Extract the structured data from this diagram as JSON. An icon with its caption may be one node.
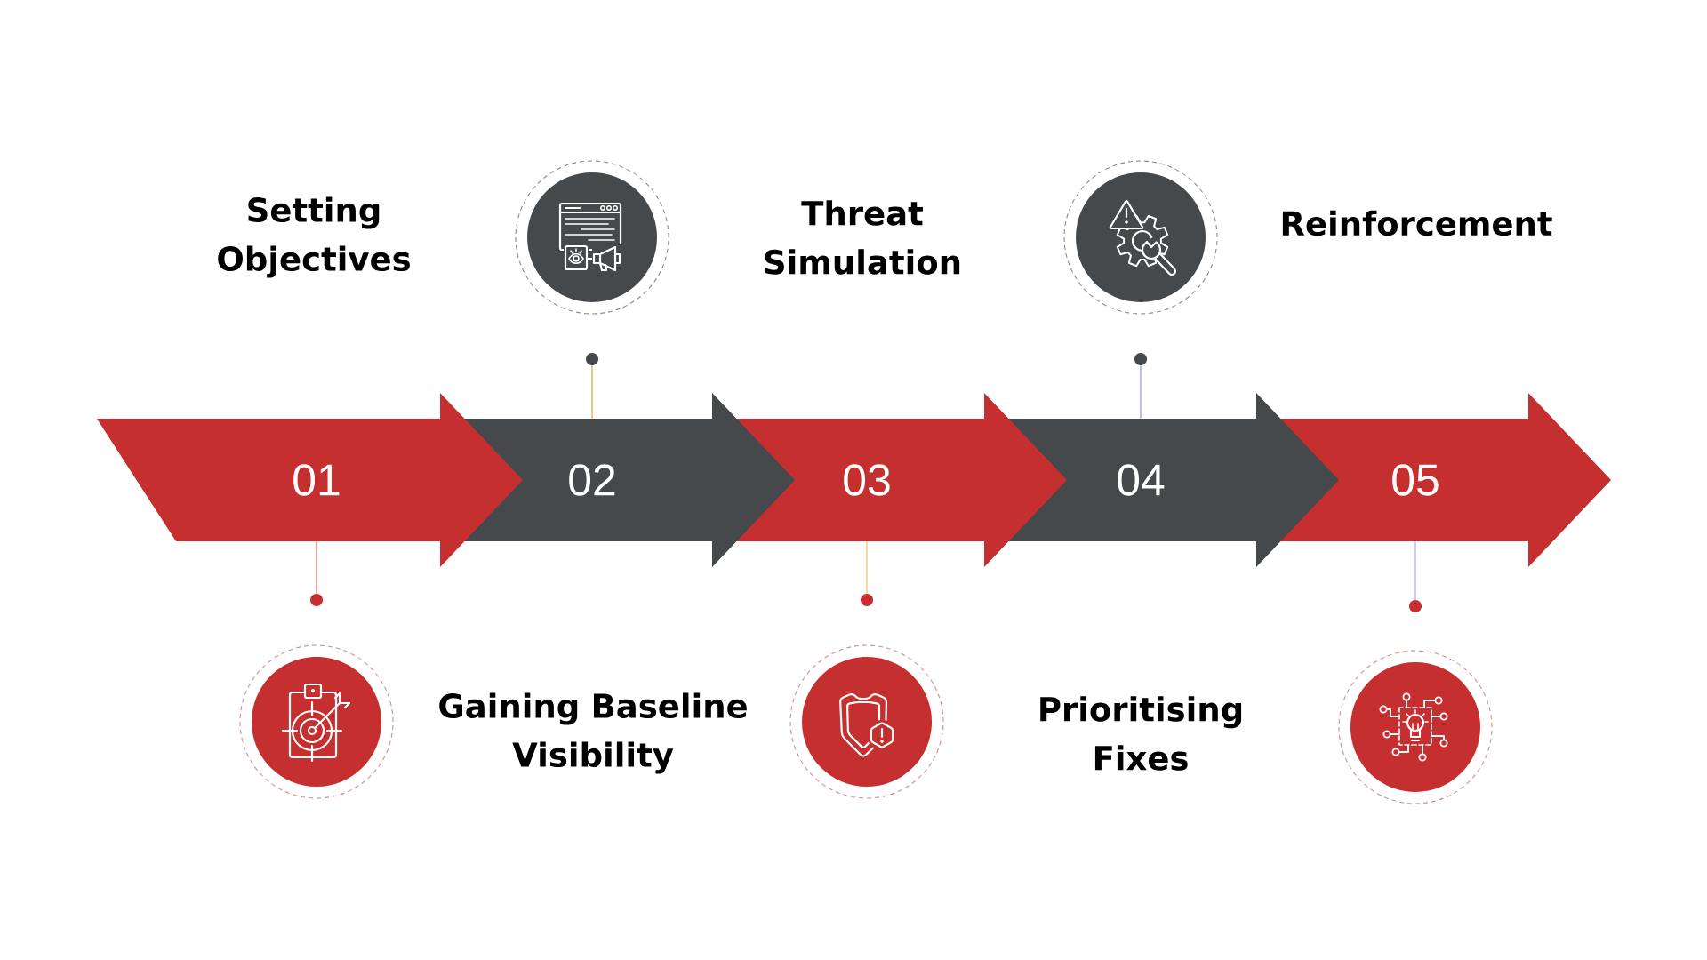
{
  "diagram": {
    "nodes": [
      {
        "text": [
          "01"
        ]
      },
      {
        "text": [
          "02"
        ]
      },
      {
        "text": [
          "03"
        ]
      },
      {
        "text": [
          "04"
        ]
      },
      {
        "text": [
          "05"
        ]
      },
      {
        "text": [],
        "shape": "circle"
      },
      {
        "text": [],
        "shape": "circle"
      },
      {
        "text": [],
        "shape": "circle"
      },
      {
        "text": [],
        "shape": "circle"
      },
      {
        "text": [],
        "shape": "circle"
      }
    ],
    "edges": [
      {
        "from": 0,
        "to": 5,
        "arrow": "none",
        "color": "#e8705f"
      },
      {
        "from": 1,
        "to": 6,
        "arrow": "none",
        "color": "#f0a050"
      },
      {
        "from": 2,
        "to": 7,
        "arrow": "none",
        "color": "#f2c46e"
      },
      {
        "from": 3,
        "to": 8,
        "arrow": "none",
        "color": "#9a9ae8"
      },
      {
        "from": 4,
        "to": 9,
        "arrow": "none",
        "color": "#b7b0ef"
      }
    ],
    "labels": [
      "Setting Objectives",
      "Threat Simulation",
      "Reinforcement",
      "Gaining Baseline Visibility",
      "Prioritising Fixes"
    ]
  }
}
